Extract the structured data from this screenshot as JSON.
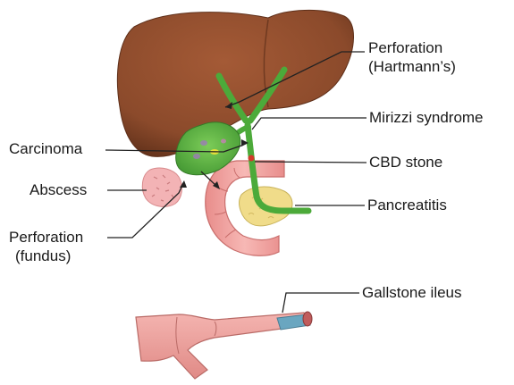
{
  "labels": {
    "perforation_hartmann_line1": "Perforation",
    "perforation_hartmann_line2": "(Hartmann’s)",
    "mirizzi": "Mirizzi syndrome",
    "carcinoma": "Carcinoma",
    "cbd_stone": "CBD stone",
    "abscess": "Abscess",
    "pancreatitis": "Pancreatitis",
    "perforation_fundus_line1": "Perforation",
    "perforation_fundus_line2": "(fundus)",
    "gallstone_ileus": "Gallstone ileus"
  },
  "colors": {
    "liver": "#8b4a2b",
    "liver_shadow": "#5e2f19",
    "gallbladder": "#4caa3a",
    "bile_duct": "#5aae3e",
    "duodenum": "#f2a2a0",
    "duodenum_outline": "#c96e6c",
    "pancreas": "#f0dc8a",
    "abscess": "#f3b3b5",
    "stone_red": "#d23a2a",
    "ileus_blue": "#6aa6c0",
    "leader_line": "#222222"
  }
}
